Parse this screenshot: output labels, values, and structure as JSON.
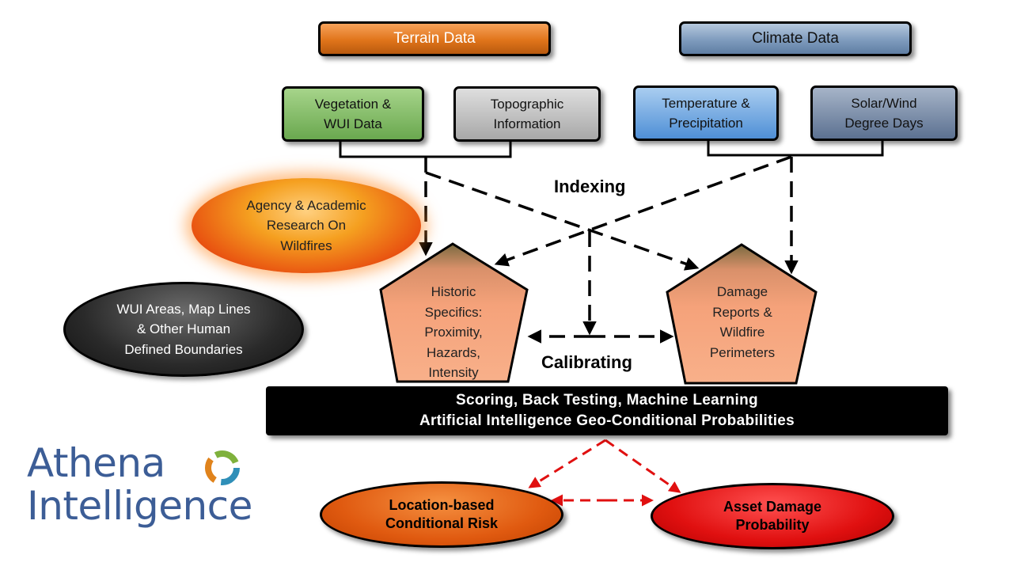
{
  "headers": {
    "terrain": "Terrain Data",
    "climate": "Climate Data"
  },
  "sources": {
    "vegetation": [
      "Vegetation &",
      "WUI Data"
    ],
    "topographic": [
      "Topographic",
      "Information"
    ],
    "temperature": [
      "Temperature &",
      "Precipitation"
    ],
    "solar_wind": [
      "Solar/Wind",
      "Degree Days"
    ]
  },
  "agency_research": [
    "Agency & Academic",
    "Research On",
    "Wildfires"
  ],
  "wui_areas": [
    "WUI Areas, Map Lines",
    "& Other Human",
    "Defined Boundaries"
  ],
  "historic": [
    "Historic",
    "Specifics:",
    "Proximity,",
    "Hazards,",
    "Intensity"
  ],
  "damage": [
    "Damage",
    "Reports &",
    "Wildfire",
    "Perimeters"
  ],
  "labels": {
    "indexing": "Indexing",
    "calibrating": "Calibrating"
  },
  "scoring_bar": [
    "Scoring, Back Testing, Machine Learning",
    "Artificial Intelligence Geo-Conditional Probabilities"
  ],
  "outputs": {
    "location": [
      "Location-based",
      "Conditional Risk"
    ],
    "asset": [
      "Asset Damage",
      "Probability"
    ]
  },
  "logo": [
    "Athena",
    "Intelligence"
  ],
  "colors": {
    "terrain": "#e0741a",
    "climate": "#7e9bbd",
    "pentagon": "#f5a27a",
    "output_arrows": "#e01010",
    "logo": "#3c5d96"
  }
}
